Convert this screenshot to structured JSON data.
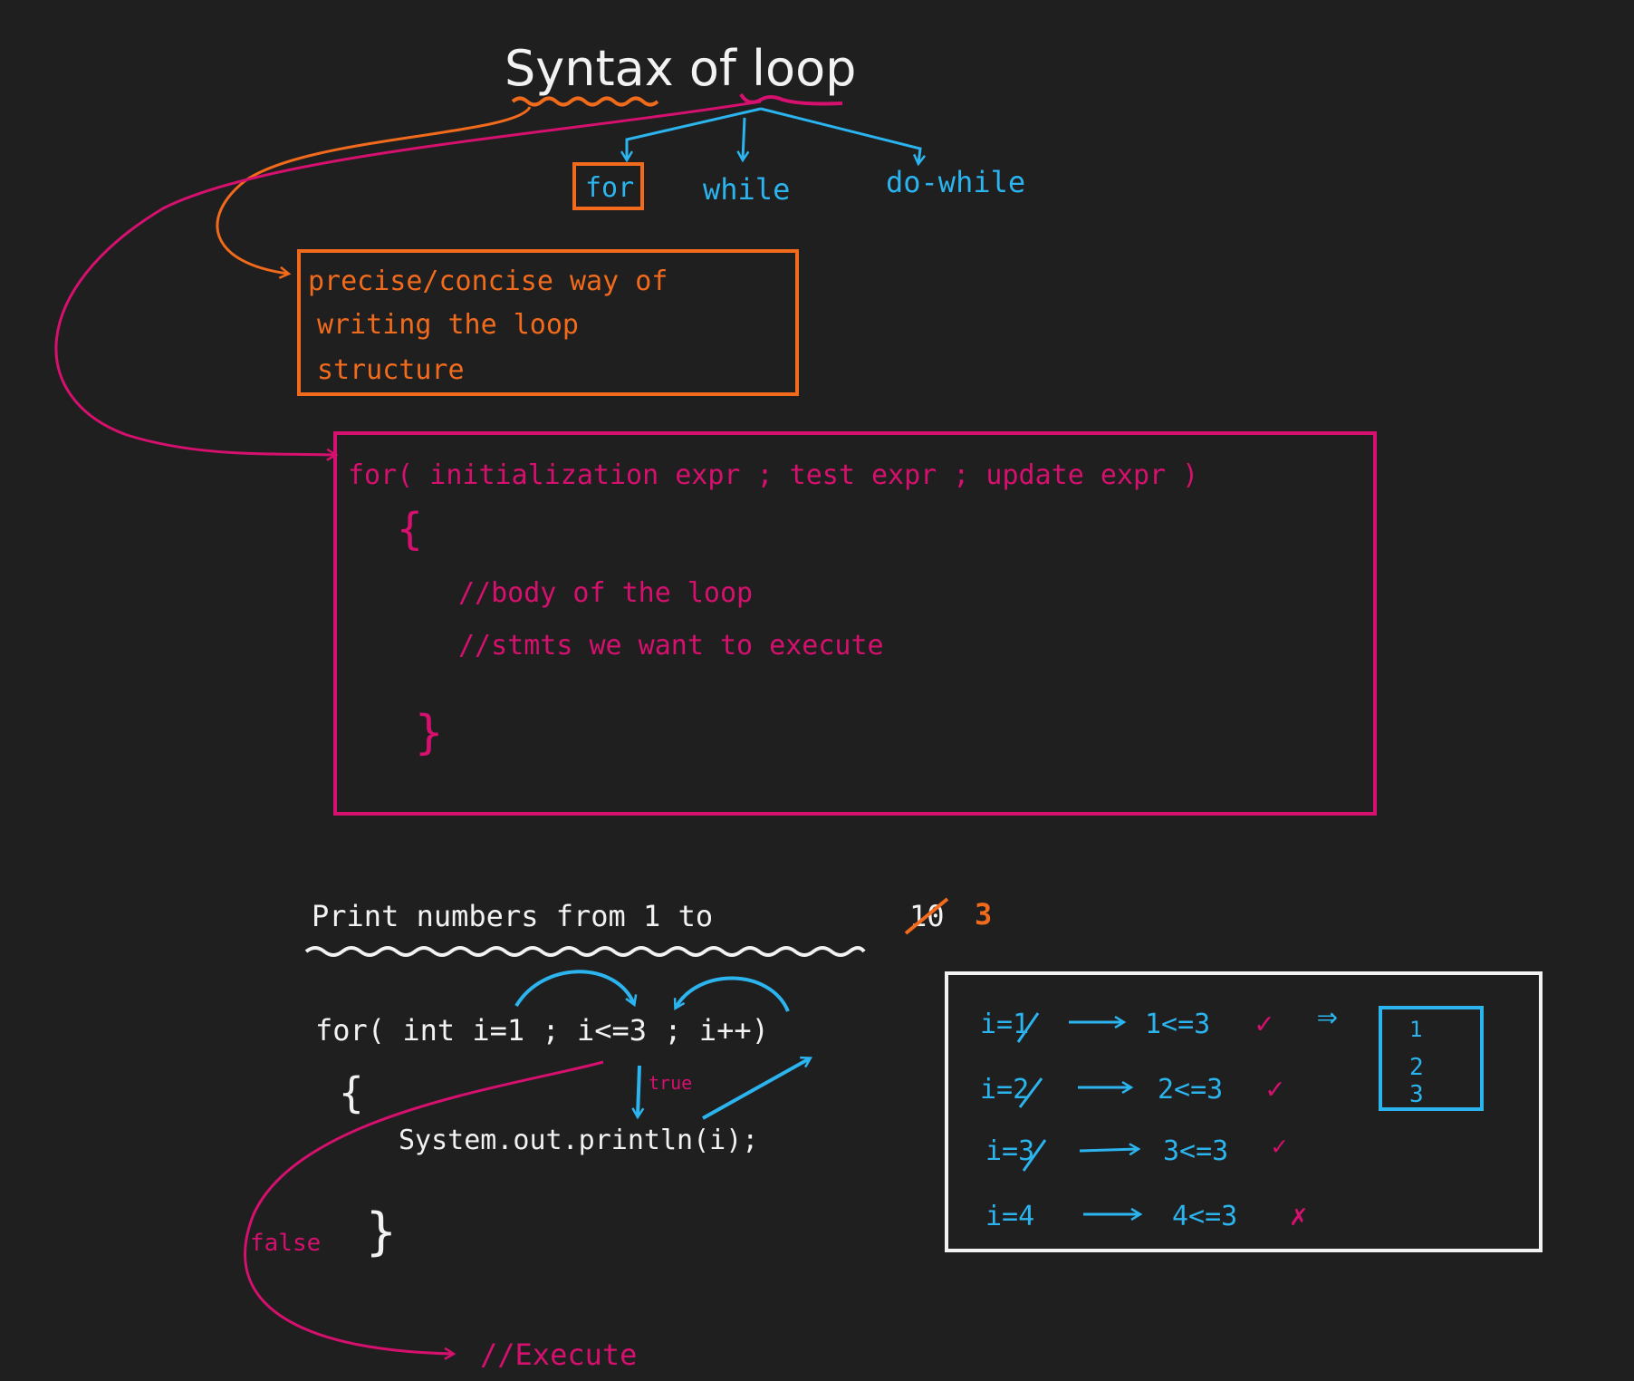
{
  "colors": {
    "background": "#1f1f1f",
    "white": "#f2f2f2",
    "orange": "#f26b1d",
    "magenta": "#d6106e",
    "blue": "#2bb4ee"
  },
  "title": "Syntax of loop",
  "loop_types": {
    "for": "for",
    "while": "while",
    "do_while": "do-while"
  },
  "definition": {
    "line1": "precise/concise way of",
    "line2": "writing the loop",
    "line3": "structure"
  },
  "syntax": {
    "header": "for( initialization expr ; test expr ; update expr )",
    "open_brace": "{",
    "comment1": "//body of the loop",
    "comment2": "//stmts we want to execute",
    "close_brace": "}"
  },
  "example": {
    "heading_text": "Print numbers from 1 to",
    "struck_value": "10",
    "new_value": "3",
    "code_line": "for( int i=1 ; i<=3 ; i++)",
    "open_brace": "{",
    "print_stmt": "System.out.println(i);",
    "close_brace": "}",
    "true_label": "true",
    "false_label": "false",
    "after_loop": "//Execute"
  },
  "trace": {
    "rows": [
      {
        "lhs": "i=1",
        "condition": "1<=3",
        "mark": "✓"
      },
      {
        "lhs": "i=2",
        "condition": "2<=3",
        "mark": "✓"
      },
      {
        "lhs": "i=3",
        "condition": "3<=3",
        "mark": "✓"
      },
      {
        "lhs": "i=4",
        "condition": "4<=3",
        "mark": "✗"
      }
    ],
    "implies": "⇒",
    "output": [
      "1",
      "2",
      "3"
    ]
  }
}
